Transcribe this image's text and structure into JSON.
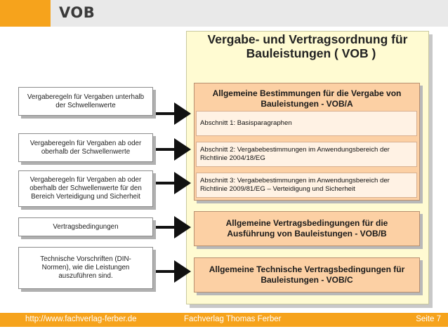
{
  "header": {
    "title": "VOB"
  },
  "main": {
    "title_line1": "Vergabe- und Vertragsordnung für",
    "title_line2": "Bauleistungen ( VOB )"
  },
  "vob_a": {
    "title_line1": "Allgemeine Bestimmungen für die Vergabe von",
    "title_line2": "Bauleistungen - VOB/A",
    "sections": [
      {
        "line1": "Abschnitt 1: Basisparagraphen",
        "line2": ""
      },
      {
        "line1": "Abschnitt 2: Vergabebestimmungen im Anwendungsbereich der",
        "line2": "Richtlinie 2004/18/EG"
      },
      {
        "line1": "Abschnitt 3: Vergabebestimmungen im Anwendungsbereich der",
        "line2": "Richtlinie 2009/81/EG – Verteidigung und Sicherheit"
      }
    ]
  },
  "vob_b": {
    "title_line1": "Allgemeine Vertragsbedingungen für die",
    "title_line2": "Ausführung von Bauleistungen - VOB/B"
  },
  "vob_c": {
    "title_line1": "Allgemeine Technische Vertragsbedingungen für",
    "title_line2": "Bauleistungen - VOB/C"
  },
  "left": [
    {
      "lines": [
        "Vergaberegeln für Vergaben unterhalb",
        "der Schwellenwerte"
      ]
    },
    {
      "lines": [
        "Vergaberegeln für Vergaben ab oder",
        "oberhalb der Schwellenwerte"
      ]
    },
    {
      "lines": [
        "Vergaberegeln für Vergaben ab oder",
        "oberhalb der Schwellenwerte für den",
        "Bereich Verteidigung und Sicherheit"
      ]
    },
    {
      "lines": [
        "Vertragsbedingungen"
      ]
    },
    {
      "lines": [
        "Technische Vorschriften (DIN-",
        "Normen), wie die Leistungen",
        "auszuführen sind."
      ]
    }
  ],
  "footer": {
    "url": "http://www.fachverlag-ferber.de",
    "publisher": "Fachverlag Thomas Ferber",
    "page": "Seite 7"
  },
  "colors": {
    "accent": "#f6a31c",
    "frame": "#fffbd2",
    "box_fill": "#fcd0a4",
    "sub_fill": "#fff2e4"
  }
}
